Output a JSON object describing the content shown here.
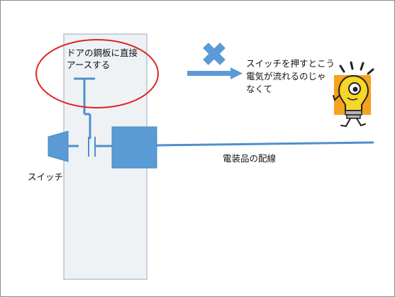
{
  "labels": {
    "door_note_line1": "ドアの鋼板に直接",
    "door_note_line2": "アースする",
    "claim_line1": "スイッチを押すとこう",
    "claim_line2": "電気が流れるのじゃ",
    "claim_line3": "なくて",
    "switch": "スイッチ",
    "wiring": "電装品の配線"
  },
  "colors": {
    "accent_blue": "#4f8fce",
    "panel_fill": "#eef2f5",
    "panel_stroke": "#9aabbb",
    "highlight_red": "#e02424",
    "bulb_yellow": "#f5d629",
    "bulb_backdrop": "#f5a21d"
  },
  "icons": {
    "cross": "x-mark-icon",
    "arrow": "right-arrow-icon",
    "character": "lightbulb-character-icon"
  }
}
